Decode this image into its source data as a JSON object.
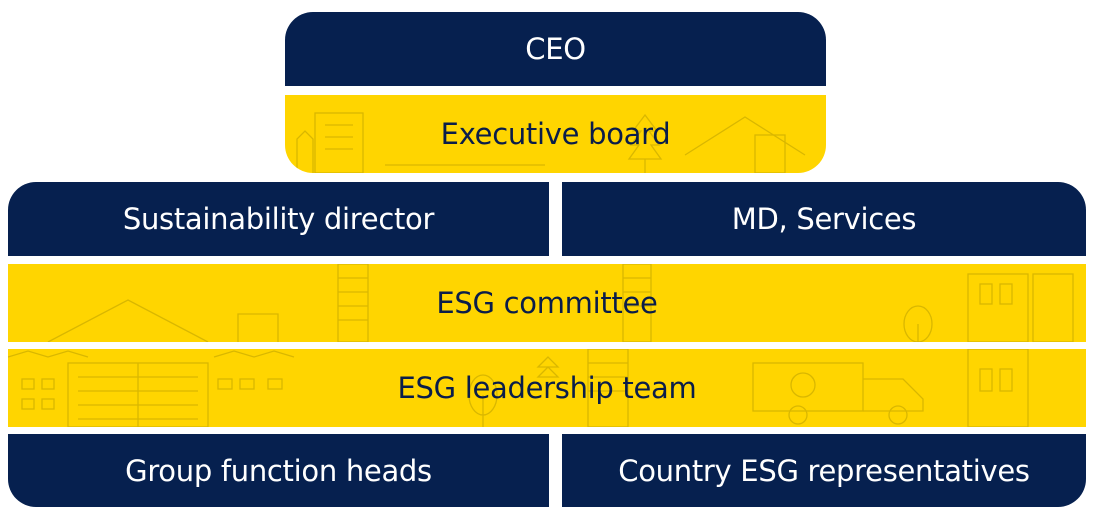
{
  "org_chart": {
    "ceo": "CEO",
    "executive_board": "Executive board",
    "sustainability_director": "Sustainability director",
    "md_services": "MD, Services",
    "esg_committee": "ESG committee",
    "esg_leadership_team": "ESG leadership team",
    "group_function_heads": "Group function heads",
    "country_esg_representatives": "Country ESG representatives"
  },
  "colors": {
    "navy": "#06204f",
    "yellow": "#ffd500",
    "decoration_line": "#d9b700"
  }
}
